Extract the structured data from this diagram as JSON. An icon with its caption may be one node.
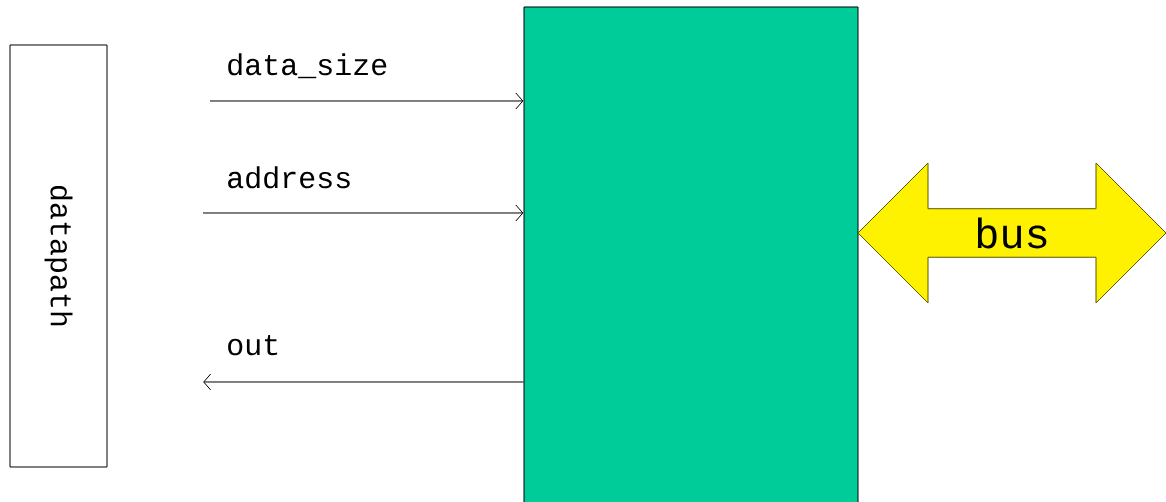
{
  "diagram": {
    "nodes": [
      {
        "text": [
          "datapath"
        ]
      },
      {
        "text": [],
        "shape": "box"
      },
      {
        "text": [
          "bus"
        ]
      }
    ],
    "edges": [
      {
        "from": null,
        "to": 1,
        "arrow": "to",
        "label": "data_size"
      },
      {
        "from": null,
        "to": 1,
        "arrow": "to",
        "label": "address"
      },
      {
        "from": 1,
        "to": null,
        "arrow": "to",
        "label": "out"
      }
    ]
  }
}
